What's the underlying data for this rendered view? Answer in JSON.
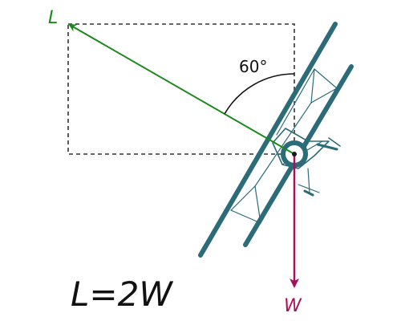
{
  "labels": {
    "lift": "L",
    "weight": "W",
    "angle": "60°",
    "equation": "L=2W"
  },
  "colors": {
    "lift": "#1b8a1b",
    "weight": "#a3125a",
    "plane": "#2c6b78",
    "box": "#333333",
    "arc": "#111111",
    "equation": "#111111"
  },
  "icons": {
    "aircraft": "biplane-icon"
  }
}
